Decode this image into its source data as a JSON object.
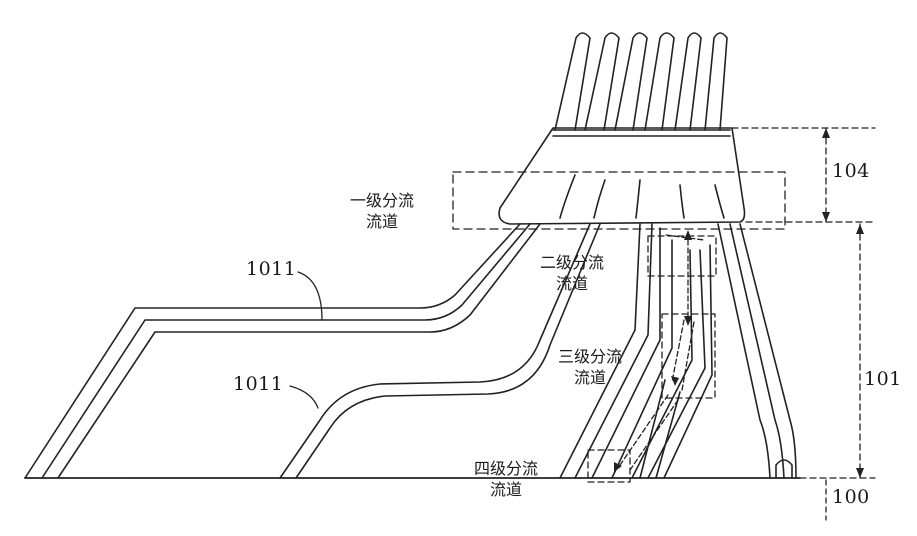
{
  "labels": {
    "level1": [
      "一级分流",
      "流道"
    ],
    "level2": [
      "二级分流",
      "流道"
    ],
    "level3": [
      "三级分流",
      "流道"
    ],
    "level4": [
      "四级分流",
      "流道"
    ],
    "ref_1011_upper": "1011",
    "ref_1011_lower": "1011",
    "ref_104": "104",
    "ref_101": "101",
    "ref_100": "100"
  }
}
